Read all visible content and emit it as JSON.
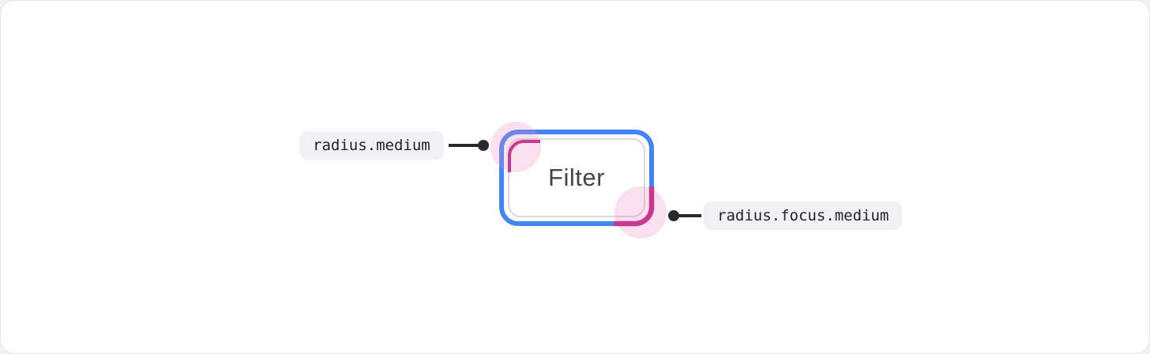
{
  "button": {
    "label": "Filter"
  },
  "annotations": {
    "left_label": {
      "text": "radius.medium"
    },
    "right_label": {
      "text": "radius.focus.medium"
    }
  },
  "colors": {
    "canvas": "#FFFFFF",
    "frame_border": "#E4E4E6",
    "focus_ring_blue": "#4285F4",
    "button_border_gray": "#D9D9D9",
    "button_text": "#40454A",
    "radius_arc_magenta": "#C7398F",
    "corner_highlight_pink": "#EC8CC3",
    "connector_dark": "#29292C",
    "label_background": "#F1F1F3",
    "label_text": "#1E2226"
  }
}
